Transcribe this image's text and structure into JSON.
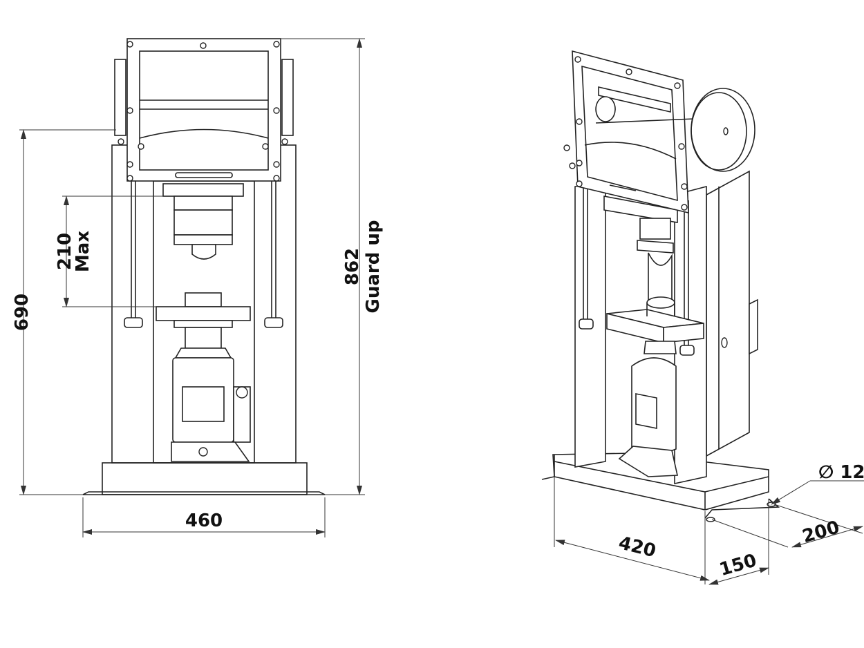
{
  "dimensions": {
    "front_width": "460",
    "front_height": "690",
    "front_max_label_value": "210",
    "front_max_label_word": "Max",
    "front_total_value": "862",
    "front_total_word": "Guard up",
    "iso_length": "420",
    "iso_depth": "150",
    "iso_hole_spacing": "200",
    "iso_hole_diameter": "∅ 12"
  },
  "colors": {
    "line": "#222222",
    "background": "#ffffff"
  }
}
